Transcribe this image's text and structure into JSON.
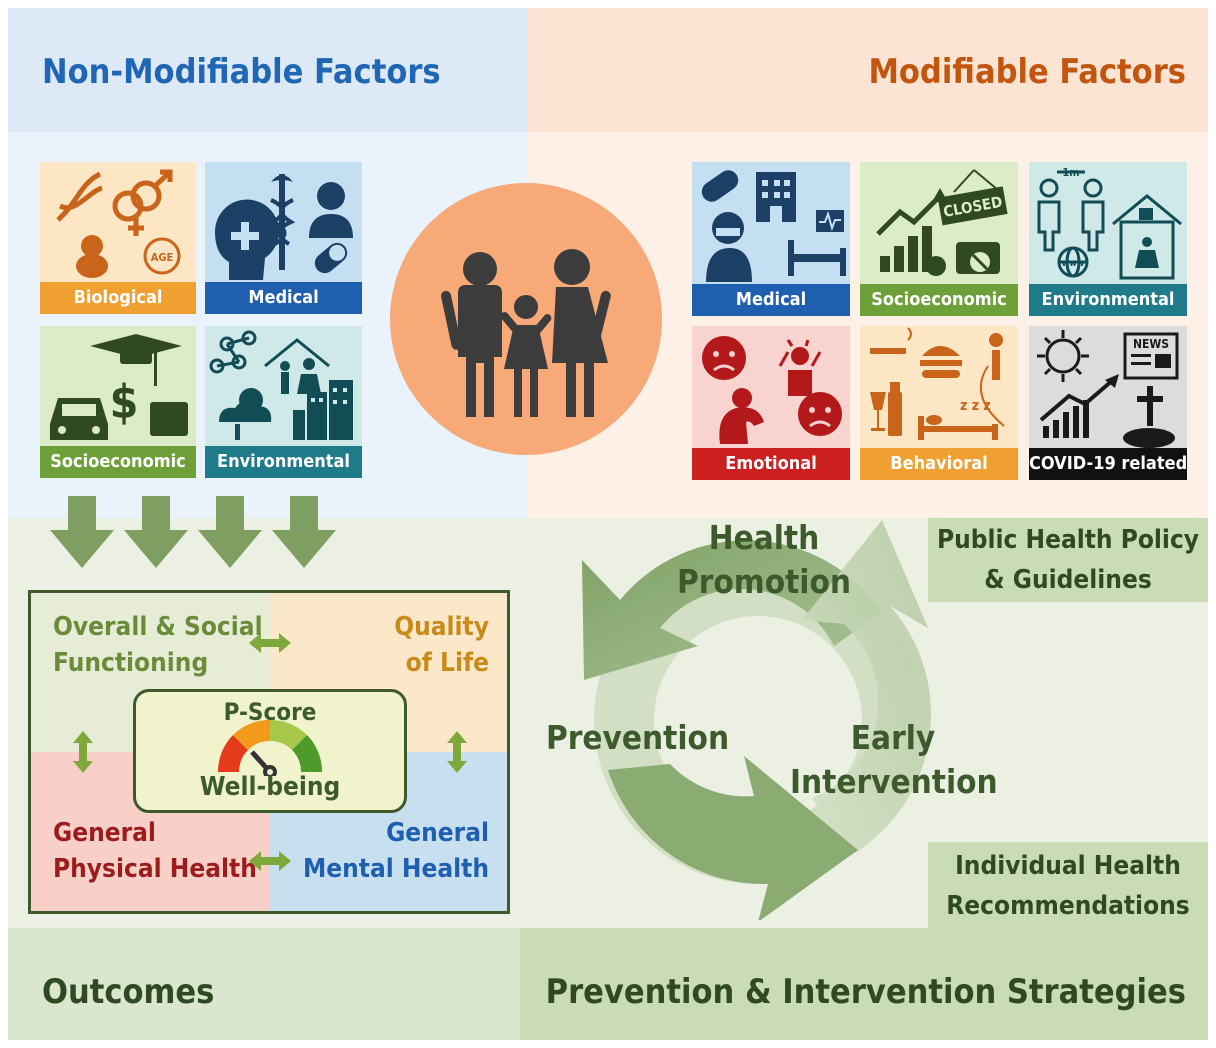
{
  "headings": {
    "non_modifiable": "Non-Modifiable Factors",
    "modifiable": "Modifiable Factors",
    "outcomes": "Outcomes",
    "strategies": "Prevention & Intervention Strategies"
  },
  "non_modifiable_tiles": [
    "Biological",
    "Medical",
    "Socioeconomic",
    "Environmental"
  ],
  "modifiable_tiles": [
    "Medical",
    "Socioeconomic",
    "Environmental",
    "Emotional",
    "Behavioral",
    "COVID-19 related"
  ],
  "icon_text": {
    "age": "AGE",
    "closed": "CLOSED",
    "distance": "1m",
    "www": "www",
    "news": "NEWS"
  },
  "outcomes": {
    "overall_social": "Overall & Social Functioning",
    "quality_of_life": "Quality of Life",
    "physical_health": "General Physical Health",
    "mental_health": "General Mental Health",
    "p_score": "P-Score",
    "well_being": "Well-being"
  },
  "cycle": {
    "health_promotion": "Health Promotion",
    "prevention": "Prevention",
    "early_intervention": "Early Intervention"
  },
  "badges": {
    "public_health": "Public Health Policy & Guidelines",
    "individual": "Individual Health Recommendations"
  },
  "colors": {
    "non_mod_bg": "#e6f0fa",
    "mod_bg": "#fde9db",
    "green_bg": "#e8efde",
    "blue_heading": "#1f66b4",
    "orange_heading": "#c2560f",
    "family_circle": "#f7a978",
    "biological": "#f0a030",
    "medical": "#1f5fb0",
    "socioeconomic": "#6ea03a",
    "environmental": "#1f7a8a",
    "emotional": "#cc1f1f",
    "behavioral": "#f0a030",
    "covid": "#111111"
  }
}
